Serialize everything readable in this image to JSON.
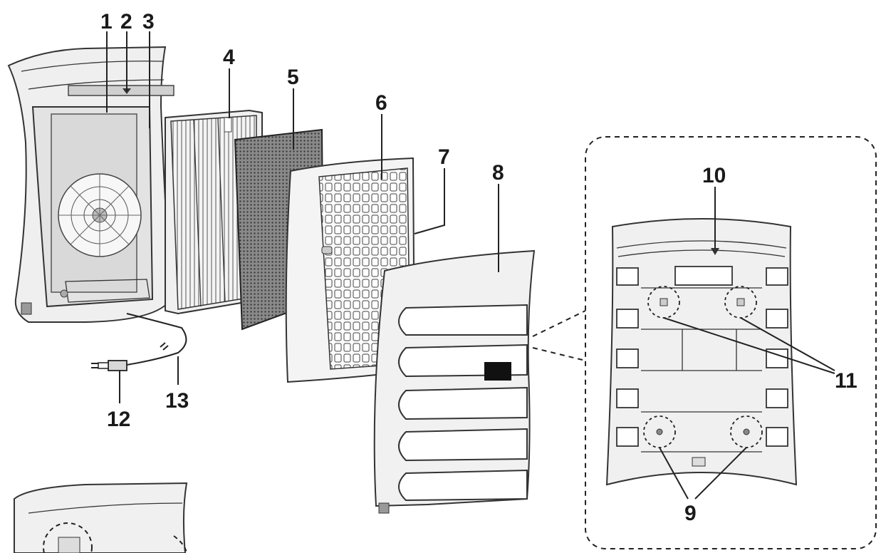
{
  "callouts": {
    "c1": "1",
    "c2": "2",
    "c3": "3",
    "c4": "4",
    "c5": "5",
    "c6": "6",
    "c7": "7",
    "c8": "8",
    "c9": "9",
    "c10": "10",
    "c11": "11",
    "c12": "12",
    "c13": "13"
  },
  "colors": {
    "line": "#222222",
    "panel_fill": "#f2f2f2",
    "body_fill": "#ececec",
    "hepa_pleat": "#dcdcdc",
    "carbon_fill": "#6a6a6a"
  }
}
